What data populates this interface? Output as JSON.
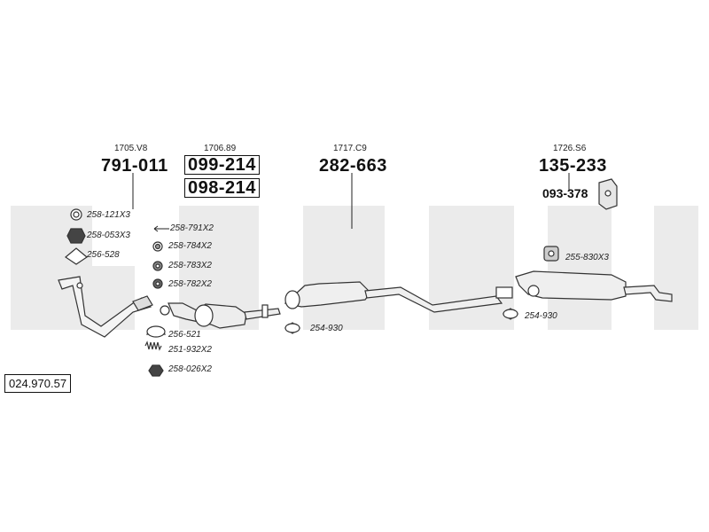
{
  "catalog_number": "024.970.57",
  "groups": [
    {
      "ref": "1705.V8",
      "codes": [
        "791-011"
      ]
    },
    {
      "ref": "1706.89",
      "codes": [
        "099-214",
        "098-214"
      ]
    },
    {
      "ref": "1717.C9",
      "codes": [
        "282-663"
      ]
    },
    {
      "ref": "1726.S6",
      "codes": [
        "135-233"
      ],
      "extra": "093-378"
    }
  ],
  "parts_left": [
    "258-121X3",
    "258-053X3",
    "256-528"
  ],
  "parts_mid": [
    "258-791X2",
    "258-784X2",
    "258-783X2",
    "258-782X2"
  ],
  "parts_low": [
    "256-521",
    "251-932X2",
    "258-026X2"
  ],
  "parts_center": [
    "254-930"
  ],
  "parts_right": [
    "255-830X3",
    "254-930"
  ]
}
